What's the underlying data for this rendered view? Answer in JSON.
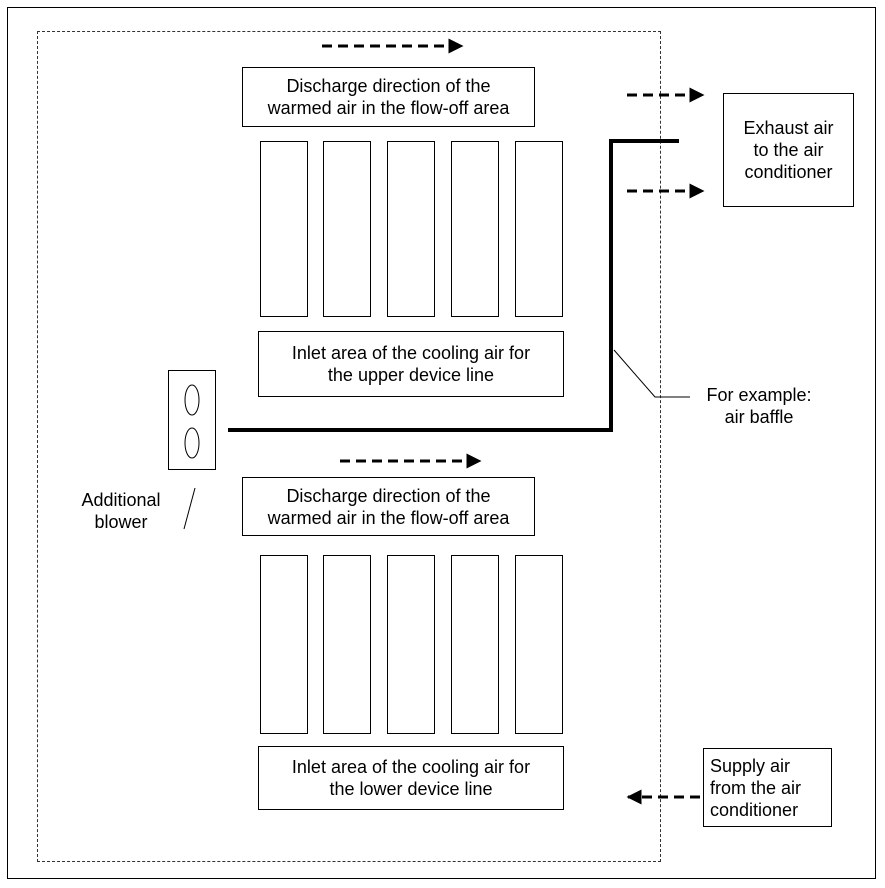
{
  "upper": {
    "discharge_text": "Discharge direction of the\nwarmed air in the flow-off area",
    "inlet_text": "Inlet area of the cooling air for\nthe upper device line"
  },
  "lower": {
    "discharge_text": "Discharge direction of the\nwarmed air in the flow-off area",
    "inlet_text": "Inlet area of the cooling air for\nthe lower device line"
  },
  "exhaust_text": "Exhaust air\nto the air\nconditioner",
  "supply_text": "Supply air\nfrom the air\nconditioner",
  "baffle_label": "For example:\nair baffle",
  "blower_label": "Additional\nblower"
}
